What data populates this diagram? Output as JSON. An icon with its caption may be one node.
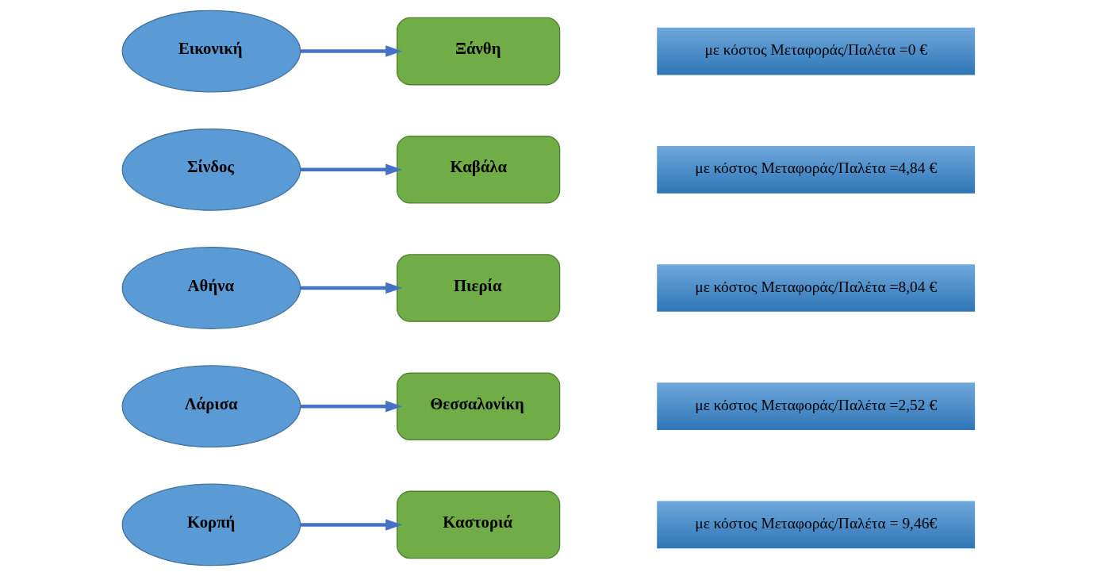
{
  "diagram": {
    "nodes": [
      {
        "text": [
          "Κορπή"
        ]
      },
      {
        "text": [
          "Καστοριά"
        ]
      },
      {
        "text": [
          "με κόστος Μεταφοράς/Παλέτα = 9,46€"
        ]
      },
      {
        "text": [
          "Λάρισα"
        ]
      },
      {
        "text": [
          "Θεσσαλονίκη"
        ]
      },
      {
        "text": [
          "με κόστος Μεταφοράς/Παλέτα =2,52 €"
        ]
      },
      {
        "text": [
          "Αθήνα"
        ]
      },
      {
        "text": [
          "Πιερία"
        ]
      },
      {
        "text": [
          "με κόστος Μεταφοράς/Παλέτα =8,04 €"
        ]
      },
      {
        "text": [
          "Σίνδος"
        ]
      },
      {
        "text": [
          "Καβάλα"
        ]
      },
      {
        "text": [
          "με κόστος Μεταφοράς/Παλέτα =4,84 €"
        ]
      },
      {
        "text": [
          "Εικονική"
        ]
      },
      {
        "text": [
          "Ξάνθη"
        ]
      },
      {
        "text": [
          "με κόστος Μεταφοράς/Παλέτα =0 €"
        ]
      }
    ],
    "edges": [
      {
        "from": 0,
        "to": 1,
        "arrow": "to"
      },
      {
        "from": 3,
        "to": 4,
        "arrow": "to"
      },
      {
        "from": 6,
        "to": 7,
        "arrow": "to"
      },
      {
        "from": 9,
        "to": 10,
        "arrow": "to"
      },
      {
        "from": 12,
        "to": 13,
        "arrow": "to"
      }
    ]
  }
}
